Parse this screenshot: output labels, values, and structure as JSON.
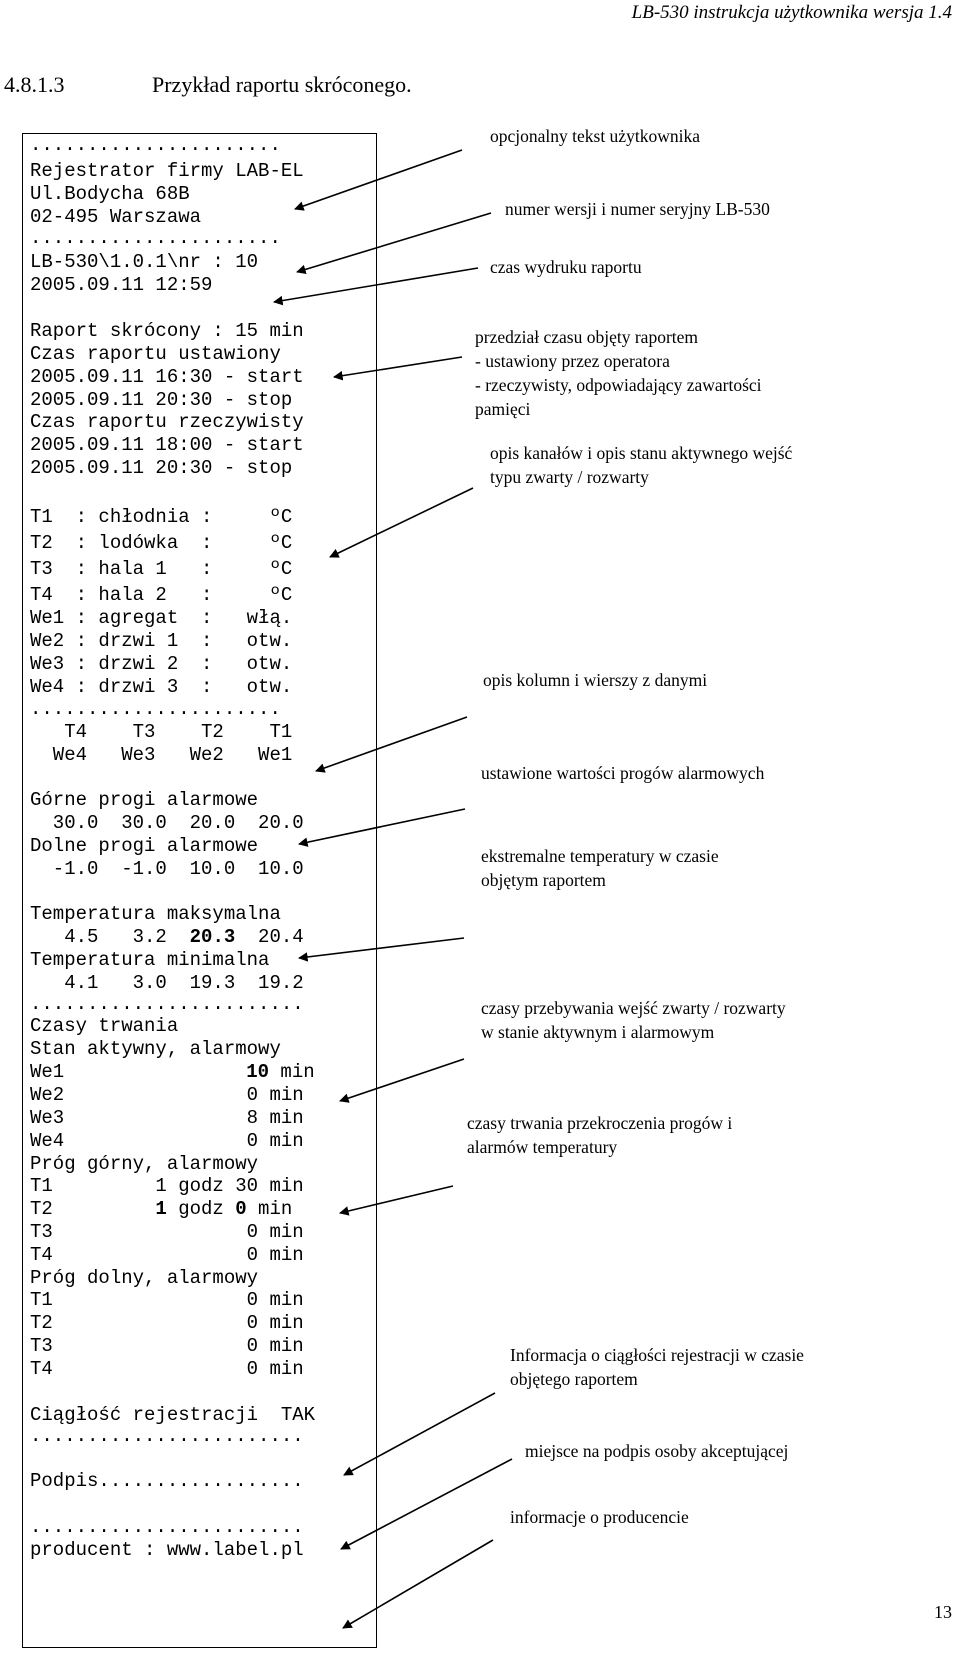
{
  "header": {
    "title": "LB-530 instrukcja użytkownika wersja 1.4"
  },
  "section": {
    "number": "4.8.1.3",
    "title": "Przykład raportu skróconego."
  },
  "receipt": {
    "lines": [
      "......................",
      "Rejestrator firmy LAB-EL",
      "Ul.Bodycha 68B",
      "02-495 Warszawa",
      "......................",
      "LB-530\\1.0.1\\nr : 10",
      "2005.09.11 12:59",
      "Raport skrócony : 15 min",
      "Czas raportu ustawiony",
      "2005.09.11 16:30 - start",
      "2005.09.11 20:30 - stop",
      "Czas raportu rzeczywisty",
      "2005.09.11 18:00 - start",
      "2005.09.11 20:30 - stop",
      "T1  : chłodnia :     ºC",
      "T2  : lodówka  :     ºC",
      "T3  : hala 1   :     ºC",
      "T4  : hala 2   :     ºC",
      "We1 : agregat  :   włą.",
      "We2 : drzwi 1  :   otw.",
      "We3 : drzwi 2  :   otw.",
      "We4 : drzwi 3  :   otw.",
      "......................",
      "   T4    T3    T2    T1",
      "  We4   We3   We2   We1",
      "Górne progi alarmowe",
      "  30.0  30.0  20.0  20.0",
      "Dolne progi alarmowe",
      "  -1.0  -1.0  10.0  10.0",
      "Temperatura maksymalna",
      "   4.5   3.2  ",
      "20.3",
      "  20.4",
      "Temperatura minimalna",
      "   4.1   3.0  19.3  19.2",
      "........................",
      "Czasy trwania",
      "Stan aktywny, alarmowy",
      "We1",
      "10",
      " min",
      "We2                0 min",
      "We3                8 min",
      "We4                0 min",
      "Próg górny, alarmowy",
      "T1         1 godz 30 min",
      "T2         ",
      "1",
      " godz ",
      "0",
      " min",
      "T3                 0 min",
      "T4                 0 min",
      "Próg dolny, alarmowy",
      "T1                 0 min",
      "T2                 0 min",
      "T3                 0 min",
      "T4                 0 min",
      "Ciągłość rejestracji  TAK",
      "........................",
      "Podpis..................",
      "........................",
      "producent : www.label.pl"
    ]
  },
  "notes": [
    "opcjonalny tekst użytkownika",
    "numer wersji i numer seryjny LB-530",
    "czas wydruku raportu",
    "przedział czasu objęty raportem",
    "- ustawiony przez operatora",
    "- rzeczywisty, odpowiadający zawartości",
    "pamięci",
    "opis kanałów i opis stanu aktywnego wejść",
    "typu zwarty / rozwarty",
    "opis kolumn i wierszy z danymi",
    "ustawione wartości progów alarmowych",
    "ekstremalne temperatury w czasie",
    "objętym raportem",
    "czasy przebywania wejść zwarty / rozwarty",
    "w stanie aktywnym i alarmowym",
    "czasy trwania przekroczenia progów i",
    "alarmów temperatury",
    "Informacja o ciągłości rejestracji w czasie",
    "objętego raportem",
    "miejsce na podpis osoby akceptującej",
    "informacje o producencie"
  ],
  "page_number": "13"
}
